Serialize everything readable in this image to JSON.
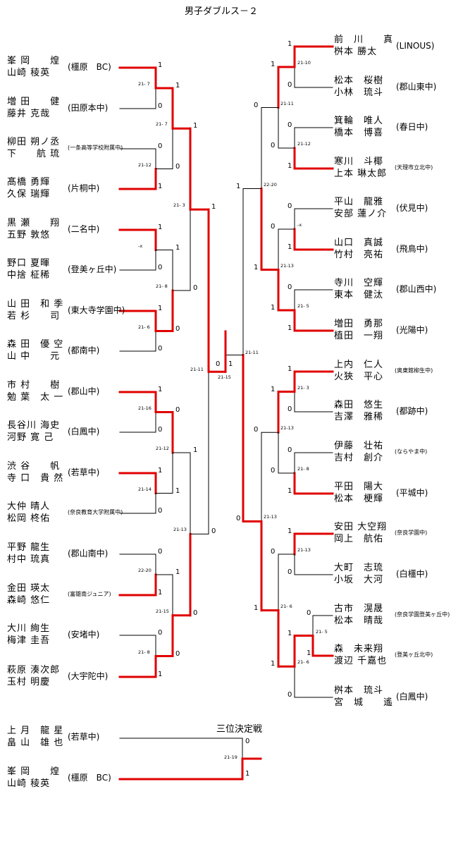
{
  "title": "男子ダブルス－２",
  "third_place_label": "三位決定戦",
  "left_entries": [
    {
      "p1": "峯 岡　　煌",
      "p2": "山崎 稜英",
      "team": "(橿原　BC)"
    },
    {
      "p1": "増 田　　健",
      "p2": "藤井 克哉",
      "team": "(田原本中)"
    },
    {
      "p1": "柳田 朔ノ丞",
      "p2": "下　　航 琉",
      "team": "(一条高等学校附属中)"
    },
    {
      "p1": "髙橋 勇輝",
      "p2": "久保 瑞輝",
      "team": "(片桐中)"
    },
    {
      "p1": "黒 瀬　　翔",
      "p2": "五野 敦悠",
      "team": "(二名中)"
    },
    {
      "p1": "野口 夏暉",
      "p2": "中捨 柾稀",
      "team": "(登美ヶ丘中)"
    },
    {
      "p1": "山 田　和 季",
      "p2": "若 杉　　司",
      "team": "(東大寺学園中)"
    },
    {
      "p1": "森 田　優 空",
      "p2": "山 中　　元",
      "team": "(都南中)"
    },
    {
      "p1": "市 村　　樹",
      "p2": "勉 葉　太 一",
      "team": "(郡山中)"
    },
    {
      "p1": "長谷川 海史",
      "p2": "河野 寛 己",
      "team": "(白鳳中)"
    },
    {
      "p1": "渋 谷　　帆",
      "p2": "寺 口　貴 然",
      "team": "(若草中)"
    },
    {
      "p1": "大仲 晴人",
      "p2": "松岡 柊佑",
      "team": "(奈良教育大学附属中)"
    },
    {
      "p1": "平野 龍生",
      "p2": "村中 琉真",
      "team": "(郡山南中)"
    },
    {
      "p1": "金田 瑛太",
      "p2": "森崎 悠仁",
      "team": "(富雄南ジュニア)"
    },
    {
      "p1": "大川 絢生",
      "p2": "梅津 圭吾",
      "team": "(安堵中)"
    },
    {
      "p1": "萩原 湊次郎",
      "p2": "玉村 明慶",
      "team": "(大宇陀中)"
    }
  ],
  "right_entries": [
    {
      "p1": "前　川　　真",
      "p2": "桝本 勝太",
      "team": "(LINOUS)"
    },
    {
      "p1": "松本　桜樹",
      "p2": "小林　琉斗",
      "team": "(郡山東中)"
    },
    {
      "p1": "箕輪　唯人",
      "p2": "橋本　博喜",
      "team": "(春日中)"
    },
    {
      "p1": "寒川　斗椰",
      "p2": "上本 琳太郎",
      "team": "(天理市立北中)"
    },
    {
      "p1": "平山　龍雅",
      "p2": "安部 蓮ノ介",
      "team": "(伏見中)"
    },
    {
      "p1": "山口　真誠",
      "p2": "竹村　亮祐",
      "team": "(飛鳥中)"
    },
    {
      "p1": "寺川　空輝",
      "p2": "東本　健汰",
      "team": "(郡山西中)"
    },
    {
      "p1": "増田　勇那",
      "p2": "植田　一翔",
      "team": "(光陽中)"
    },
    {
      "p1": "上内　仁人",
      "p2": "火狹　平心",
      "team": "(奥東館柳生中)"
    },
    {
      "p1": "森田　悠生",
      "p2": "吉澤　雅稀",
      "team": "(都跡中)"
    },
    {
      "p1": "伊藤　壮祐",
      "p2": "吉村　創介",
      "team": "(ならやま中)"
    },
    {
      "p1": "平田　陽大",
      "p2": "松本　梗輝",
      "team": "(平城中)"
    },
    {
      "p1": "安田 大空翔",
      "p2": "岡上　航佑",
      "team": "(奈良学園中)"
    },
    {
      "p1": "大町　志琉",
      "p2": "小坂　大河",
      "team": "(白橿中)"
    },
    {
      "p1": "古市　滉晟",
      "p2": "松本　晴哉",
      "team": "(奈良学園登美ヶ丘中)"
    },
    {
      "p1": "森　未来翔",
      "p2": "渡辺 千嘉也",
      "team": "(登美ヶ丘北中)"
    },
    {
      "p1": "桝本　琉斗",
      "p2": "宮　城　　遙",
      "team": "(白鳳中)"
    }
  ],
  "third_place_entries": [
    {
      "p1": "上 月　龍 星",
      "p2": "畠 山　雄 也",
      "team": "(若草中)"
    },
    {
      "p1": "峯 岡　　煌",
      "p2": "山崎 稜英",
      "team": "(橿原　BC)"
    }
  ],
  "results": {
    "l1": [
      "1",
      "0",
      "1",
      "0",
      "21- 7"
    ],
    "l2": [
      "0",
      "1",
      "0",
      "1",
      "21-12"
    ],
    "l3": [
      "1",
      "0",
      "0",
      "1",
      "-x"
    ],
    "l4": [
      "1",
      "0",
      "1",
      "0",
      "21- 6"
    ],
    "l5": [
      "1",
      "0",
      "0",
      "1",
      "21-16"
    ],
    "l6": [
      "1",
      "0",
      "0",
      "1",
      "21-14"
    ],
    "l7": [
      "0",
      "1",
      "0",
      "1",
      "22-20"
    ],
    "l8": [
      "0",
      "1",
      "0",
      "1",
      "21- 8"
    ],
    "l9": [
      "1",
      "0",
      "21- 7"
    ],
    "l10": [
      "1",
      "0",
      "21- 8"
    ],
    "l11": [
      "0",
      "1",
      "21-12"
    ],
    "l12": [
      "1",
      "0",
      "21-15"
    ],
    "l13": [
      "1",
      "0",
      "21- 3"
    ],
    "l14": [
      "1",
      "0",
      "21-13"
    ],
    "l15": [
      "1",
      "0",
      "21-11"
    ],
    "r1": [
      "1",
      "0",
      "21-10"
    ],
    "r2": [
      "0",
      "1",
      "21-12"
    ],
    "r3": [
      "0",
      "1",
      "-x"
    ],
    "r4": [
      "0",
      "1",
      "21- 5"
    ],
    "r5": [
      "1",
      "0",
      "21- 3"
    ],
    "r6": [
      "0",
      "1",
      "21- 8"
    ],
    "r7": [
      "1",
      "0",
      "21-13"
    ],
    "r8": [
      "0",
      "1",
      "21- 5"
    ],
    "r8b": [
      "1",
      "0",
      "21- 6"
    ],
    "r9": [
      "1",
      "0",
      "21-11"
    ],
    "r10": [
      "0",
      "1",
      "21-13"
    ],
    "r11": [
      "1",
      "0",
      "21-13"
    ],
    "r12": [
      "0",
      "1",
      "21- 6"
    ],
    "r13": [
      "0",
      "1",
      "22-20"
    ],
    "r14": [
      "0",
      "1",
      "21-13"
    ],
    "r15": [
      "1",
      "0",
      "21-11"
    ],
    "final": [
      "0",
      "1",
      "21-15"
    ],
    "third": [
      "0",
      "1",
      "21-19"
    ]
  },
  "colors": {
    "win": "#e00000",
    "lose": "#000000"
  }
}
